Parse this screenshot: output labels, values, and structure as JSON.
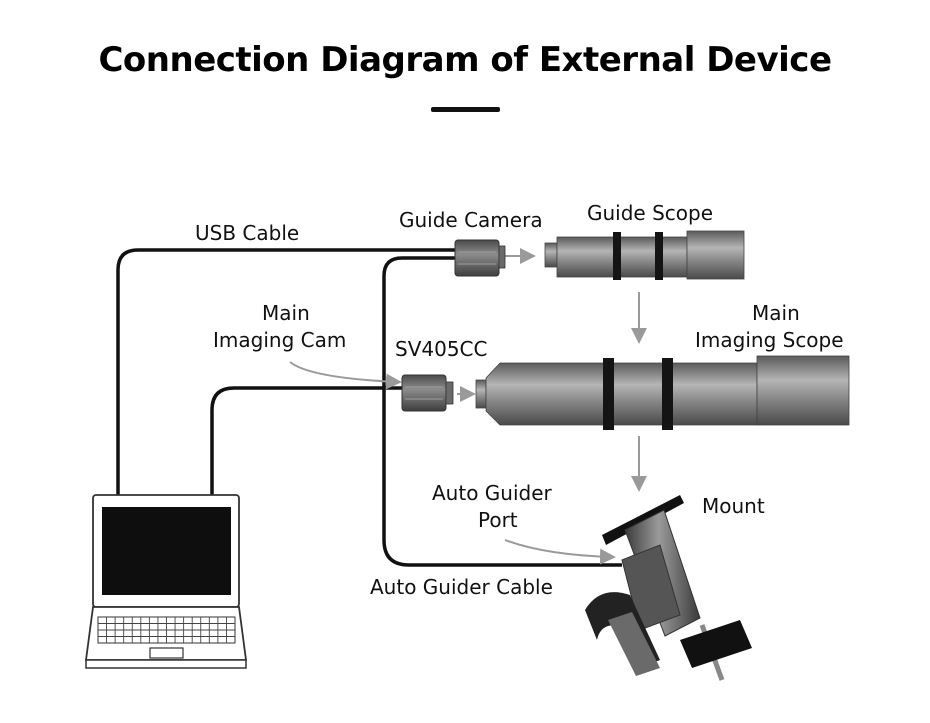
{
  "title": "Connection Diagram of External Device",
  "labels": {
    "usb_cable": "USB Cable",
    "guide_camera": "Guide Camera",
    "guide_scope": "Guide Scope",
    "main_imaging_cam_line1": "Main",
    "main_imaging_cam_line2": "Imaging Cam",
    "camera_model": "SV405CC",
    "main_imaging_scope_line1": "Main",
    "main_imaging_scope_line2": "Imaging Scope",
    "auto_guider_port_line1": "Auto Guider",
    "auto_guider_port_line2": "Port",
    "mount": "Mount",
    "auto_guider_cable": "Auto Guider Cable"
  },
  "colors": {
    "cable": "#111111",
    "arrow": "#9a9a9a",
    "device_body": "#6e6e6e",
    "device_dark": "#1a1a1a",
    "laptop_screen": "#0e0e0e"
  }
}
